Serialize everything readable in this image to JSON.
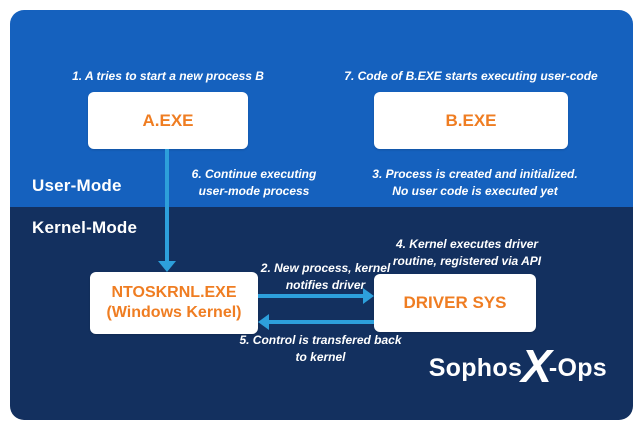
{
  "colors": {
    "user_mode_bg": "#1561BE",
    "kernel_mode_bg": "#13305F",
    "box_text_orange": "#EF7D22",
    "arrow_blue": "#2D9FDB",
    "frame_white": "#FFFFFF"
  },
  "regions": {
    "user_mode_label": "User-Mode",
    "kernel_mode_label": "Kernel-Mode"
  },
  "boxes": {
    "a_exe": "A.EXE",
    "b_exe": "B.EXE",
    "ntoskrnl_line1": "NTOSKRNL.EXE",
    "ntoskrnl_line2": "(Windows Kernel)",
    "driver_sys": "DRIVER SYS"
  },
  "annotations": {
    "step1": "1. A tries to start a new process B",
    "step7": "7. Code of B.EXE starts executing user-code",
    "step6": "6. Continue executing user-mode process",
    "step3_line1": "3. Process is created and initialized.",
    "step3_line2": "No user code is executed yet",
    "step2": "2. New process, kernel notifies driver",
    "step4": "4. Kernel executes driver routine, registered via API",
    "step5": "5. Control is transfered back to kernel"
  },
  "logo": {
    "sophos": "Sophos",
    "x": "X",
    "ops": "-Ops"
  }
}
